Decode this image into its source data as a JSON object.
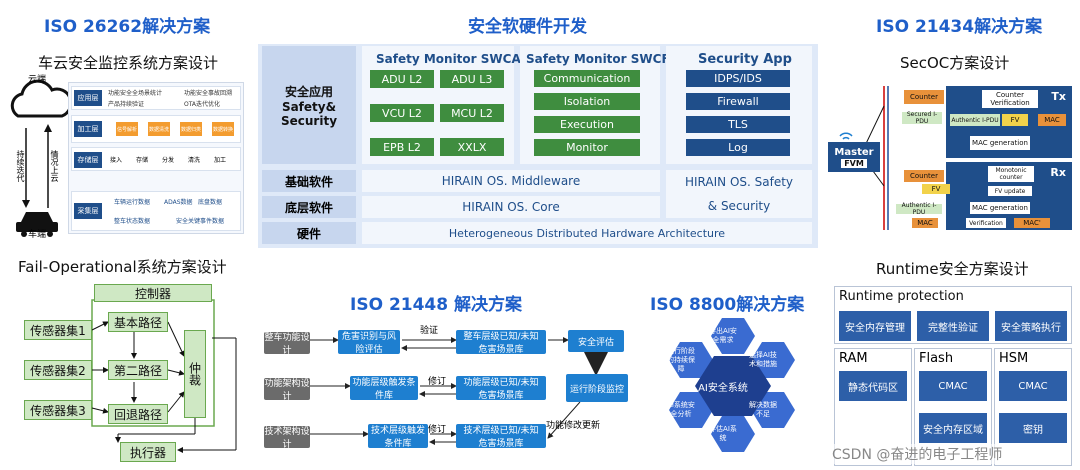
{
  "headers": {
    "iso26262": "ISO 26262解决方案",
    "hw_sw": "安全软硬件开发",
    "iso21434": "ISO 21434解决方案",
    "iso21448": "ISO 21448 解决方案",
    "iso8800": "ISO 8800解决方案"
  },
  "left": {
    "cloud_title": "车云安全监控系统方案设计",
    "cloud_label": "云端",
    "car_label": "车端",
    "up_label": "情况上云",
    "down_label": "持续迭代",
    "panel_rows": [
      {
        "tag": "应用层",
        "items": [
          "功能安全全场景统计",
          "功能安全事故回溯",
          "产品持续验证",
          "OTA迭代优化"
        ]
      },
      {
        "tag": "加工层",
        "items": [
          "信号解析",
          "数据清洗",
          "数据归类",
          "数据转换"
        ]
      },
      {
        "tag": "存储层",
        "items": [
          "接入",
          "存储",
          "分发",
          "清洗",
          "加工"
        ]
      },
      {
        "tag": "采集层",
        "items": [
          "车辆运行数据",
          "ADAS数据",
          "底盘数据",
          "整车状态数据",
          "安全关键事件数据"
        ]
      }
    ],
    "fo_title": "Fail-Operational系统方案设计",
    "controller": "控制器",
    "sensors": [
      "传感器集1",
      "传感器集2",
      "传感器集3"
    ],
    "paths": [
      "基本路径",
      "第二路径",
      "回退路径"
    ],
    "arbiter": "仲裁",
    "actuator": "执行器"
  },
  "middle": {
    "layers": [
      "安全应用 Safety& Security",
      "基础软件",
      "底层软件",
      "硬件"
    ],
    "swca_title": "Safety Monitor SWCA",
    "swca_items": [
      "ADU L2",
      "ADU L3",
      "VCU L2",
      "MCU L2",
      "EPB L2",
      "XXLX"
    ],
    "swcf_title": "Safety Monitor SWCF",
    "swcf_items": [
      "Communication",
      "Isolation",
      "Execution",
      "Monitor"
    ],
    "app_title": "Security App",
    "app_items": [
      "IDPS/IDS",
      "Firewall",
      "TLS",
      "Log"
    ],
    "middleware": "HIRAIN OS. Middleware",
    "safety_security": "HIRAIN OS. Safety & Security",
    "core": "HIRAIN OS. Core",
    "hardware": "Heterogeneous Distributed Hardware Architecture"
  },
  "iso21448": {
    "gray": [
      "整车功能设计",
      "功能架构设计",
      "技术架构设计"
    ],
    "col1": [
      "危害识别与风险评估",
      "功能层级触发条件库",
      "技术层级触发条件库"
    ],
    "col2": [
      "整车层级已知/未知危害场景库",
      "功能层级已知/未知危害场景库",
      "技术层级已知/未知危害场景库"
    ],
    "col3": [
      "安全评估",
      "运行阶段监控"
    ],
    "labels": [
      "验证",
      "修订",
      "修订",
      "功能修改更新"
    ]
  },
  "iso8800": {
    "center": "AI安全系统",
    "ring": [
      "导出AI安全需求",
      "选择AI技术和措施",
      "解决数据不足",
      "评估AI系统",
      "AI系统安全分析",
      "运行阶段的持续保障"
    ]
  },
  "right": {
    "secoc_title": "SecOC方案设计",
    "master": "Master",
    "fvm": "FVM",
    "tx": "Tx",
    "rx": "Rx",
    "tx_blocks": [
      "Counter",
      "Counter Verification",
      "Secured I-PDU",
      "Authentic I-PDU",
      "FV",
      "MAC",
      "MAC generation"
    ],
    "rx_blocks": [
      "Counter",
      "Monotonic counter",
      "FV",
      "FV update",
      "Authentic I-PDU",
      "MAC generation",
      "MAC",
      "Verification",
      "MAC'"
    ],
    "rt_title": "Runtime安全方案设计",
    "rt_protection": "Runtime protection",
    "rt_items": [
      "安全内存管理",
      "完整性验证",
      "安全策略执行"
    ],
    "ram": "RAM",
    "ram_item": "静态代码区",
    "flash": "Flash",
    "flash_items": [
      "CMAC",
      "安全内存区域"
    ],
    "hsm": "HSM",
    "hsm_items": [
      "CMAC",
      "密钥"
    ]
  },
  "watermark": "CSDN @奋进的电子工程师"
}
